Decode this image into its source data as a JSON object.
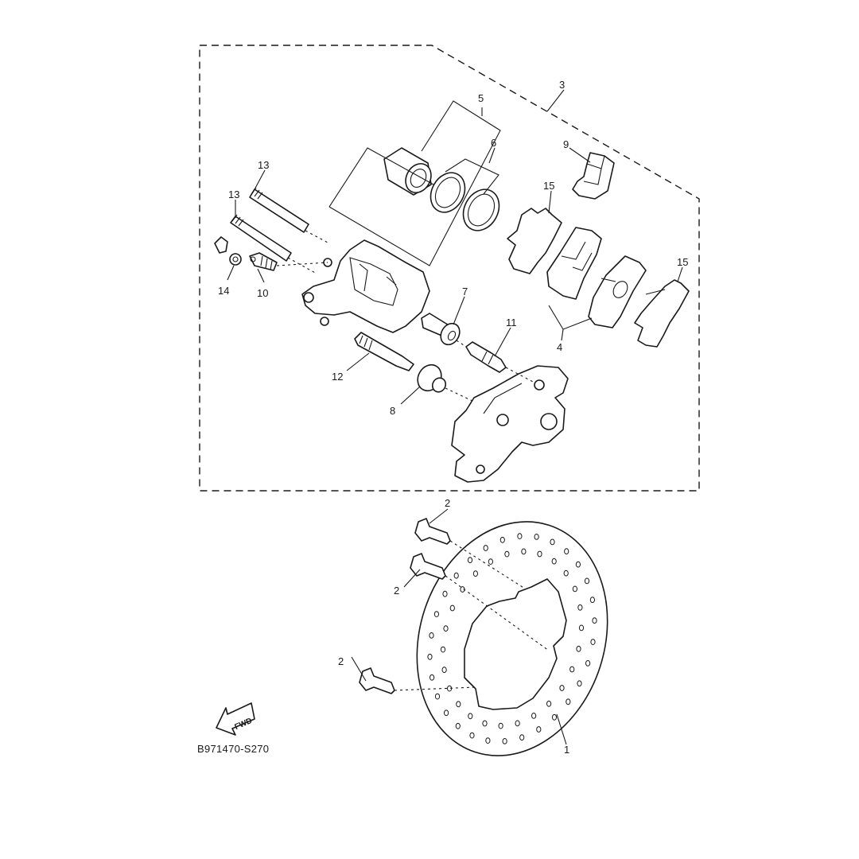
{
  "diagram": {
    "code": "B971470-S270",
    "fwd_label": "FWD",
    "callouts": {
      "c1": "1",
      "c2a": "2",
      "c2b": "2",
      "c2c": "2",
      "c3": "3",
      "c4": "4",
      "c5": "5",
      "c6": "6",
      "c7": "7",
      "c8": "8",
      "c9": "9",
      "c10": "10",
      "c11": "11",
      "c12": "12",
      "c13a": "13",
      "c13b": "13",
      "c14": "14",
      "c15a": "15",
      "c15b": "15"
    }
  }
}
